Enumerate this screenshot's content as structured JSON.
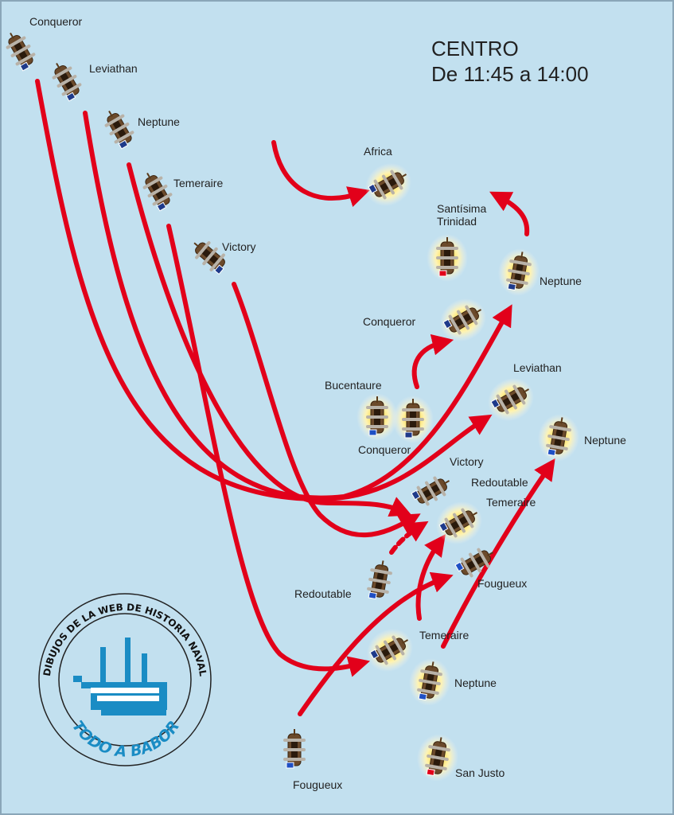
{
  "title": {
    "line1": "CENTRO",
    "line2": "De 11:45 a 14:00"
  },
  "labels": {
    "conqueror_start": "Conqueror",
    "leviathan_start": "Leviathan",
    "neptune_start": "Neptune",
    "temeraire_start": "Temeraire",
    "victory_start": "Victory",
    "africa": "Africa",
    "santisima_1": "Santísima",
    "santisima_2": "Trinidad",
    "neptune_top": "Neptune",
    "conqueror_mid": "Conqueror",
    "leviathan_mid": "Leviathan",
    "bucentaure": "Bucentaure",
    "conqueror_low": "Conqueror",
    "neptune_fr": "Neptune",
    "victory_mid": "Victory",
    "redoutable_mid": "Redoutable",
    "temeraire_mid": "Temeraire",
    "fougueux_mid": "Fougueux",
    "redoutable_low": "Redoutable",
    "temeraire_low": "Temeraire",
    "neptune_low": "Neptune",
    "fougueux_low": "Fougueux",
    "san_justo": "San Justo"
  },
  "logo": {
    "ring_text": "DIBUJOS DE LA WEB DE HISTORIA NAVAL",
    "brand": "TODO A BABOR"
  },
  "colors": {
    "sea": "#c2e0ef",
    "route": "#e2001a",
    "logo_blue": "#1a8cc4"
  }
}
